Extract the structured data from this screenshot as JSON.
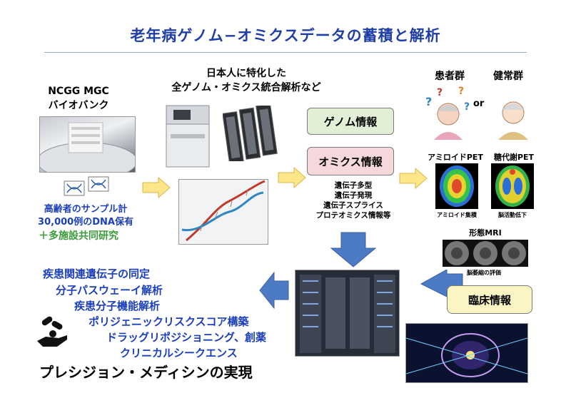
{
  "title": "老年病ゲノム−オミクスデータの蓄積と解析",
  "biobank": {
    "line1": "NCGG MGC",
    "line2": "バイオバンク",
    "samples_line1": "高齢者のサンプル計",
    "samples_line2": "30,000例のDNA保有",
    "collab": "＋多施設共同研究"
  },
  "analysis": {
    "line1": "日本人に特化した",
    "line2": "全ゲノム・オミクス統合解析など"
  },
  "genome_info": "ゲノム情報",
  "omics_info": "オミクス情報",
  "omics_items": [
    "遺伝子多型",
    "遺伝子発現",
    "遺伝子スプライス",
    "プロテオミクス情報等"
  ],
  "patients": "患者群",
  "healthy": "健常群",
  "or": "or",
  "amyloid_pet": "アミロイドPET",
  "glucose_pet": "糖代謝PET",
  "amyloid_caption": "アミロイド集積",
  "glucose_caption": "脳活動低下",
  "mri_label": "形態MRI",
  "mri_caption": "脳萎縮の評価",
  "clinical_info": "臨床情報",
  "outputs": [
    "疾患関連遺伝子の同定",
    "分子パスウェーイ解析",
    "疾患分子機能解析",
    "ポリジェニックリスクスコア構築",
    "ドラッグリポジショニング、創薬",
    "クリニカルシークエンス"
  ],
  "precision_medicine": "プレシジョン・メディシンの実現",
  "colors": {
    "title": "#1f3fa6",
    "outputs": "#1b3fbd",
    "genome_box": "#e2efd6",
    "omics_box": "#f6d7dc",
    "clinical_box": "#fbf5c4",
    "arrow_yellow": "#fde58a",
    "arrow_blue": "#4d7ac4"
  }
}
